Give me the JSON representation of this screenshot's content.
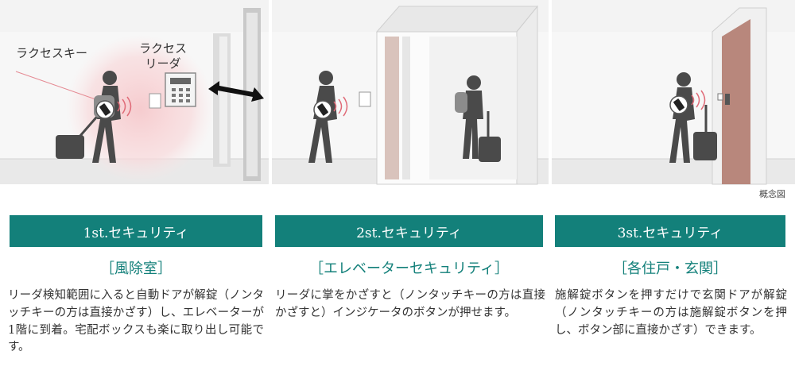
{
  "scene": {
    "label_key": "ラクセスキー",
    "label_reader_line1": "ラクセス",
    "label_reader_line2": "リーダ",
    "caption": "概念図",
    "colors": {
      "glow": "#f6c9cc",
      "silhouette": "#4a4a4a",
      "door": "#b8877c",
      "teal": "#13807a"
    }
  },
  "steps": [
    {
      "heading": "1st.セキュリティ",
      "subtitle": "［風除室］",
      "description": "リーダ検知範囲に入ると自動ドアが解錠（ノンタッチキーの方は直接かざす）し、エレベーターが1階に到着。宅配ボックスも楽に取り出し可能です。"
    },
    {
      "heading": "2st.セキュリティ",
      "subtitle": "［エレベーターセキュリティ］",
      "description": "リーダに掌をかざすと（ノンタッチキーの方は直接かざすと）インジケータのボタンが押せます。"
    },
    {
      "heading": "3st.セキュリティ",
      "subtitle": "［各住戸・玄関］",
      "description": "施解錠ボタンを押すだけで玄関ドアが解錠（ノンタッチキーの方は施解錠ボタンを押し、ボタン部に直接かざす）できます。"
    }
  ]
}
